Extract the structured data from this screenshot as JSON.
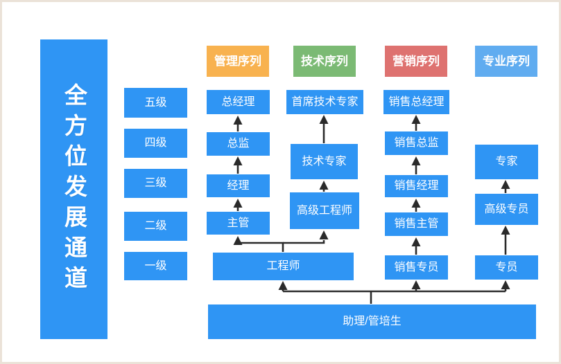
{
  "banner": "全方位发展通道",
  "levels": [
    "五级",
    "四级",
    "三级",
    "二级",
    "一级"
  ],
  "tracks": {
    "management": {
      "header": "管理序列",
      "nodes": {
        "general_manager": "总经理",
        "director": "总监",
        "manager": "经理",
        "supervisor": "主管"
      }
    },
    "technical": {
      "header": "技术序列",
      "nodes": {
        "chief_tech_expert": "首席技术专家",
        "tech_expert": "技术专家",
        "senior_engineer": "高级工程师",
        "engineer": "工程师"
      }
    },
    "marketing": {
      "header": "营销序列",
      "nodes": {
        "sales_general_manager": "销售总经理",
        "sales_director": "销售总监",
        "sales_manager": "销售经理",
        "sales_supervisor": "销售主管",
        "sales_specialist": "销售专员"
      }
    },
    "professional": {
      "header": "专业序列",
      "nodes": {
        "expert": "专家",
        "senior_specialist": "高级专员",
        "specialist": "专员"
      }
    }
  },
  "shared": {
    "assistant": "助理/管培生"
  },
  "colors": {
    "primary_blue": "#2f95f4",
    "header_orange": "#f8b24f",
    "header_green": "#7bba74",
    "header_red": "#de7270",
    "header_light_blue": "#60acf0",
    "arrow": "#2a2a2a",
    "page_border": "#ebe2d8"
  }
}
